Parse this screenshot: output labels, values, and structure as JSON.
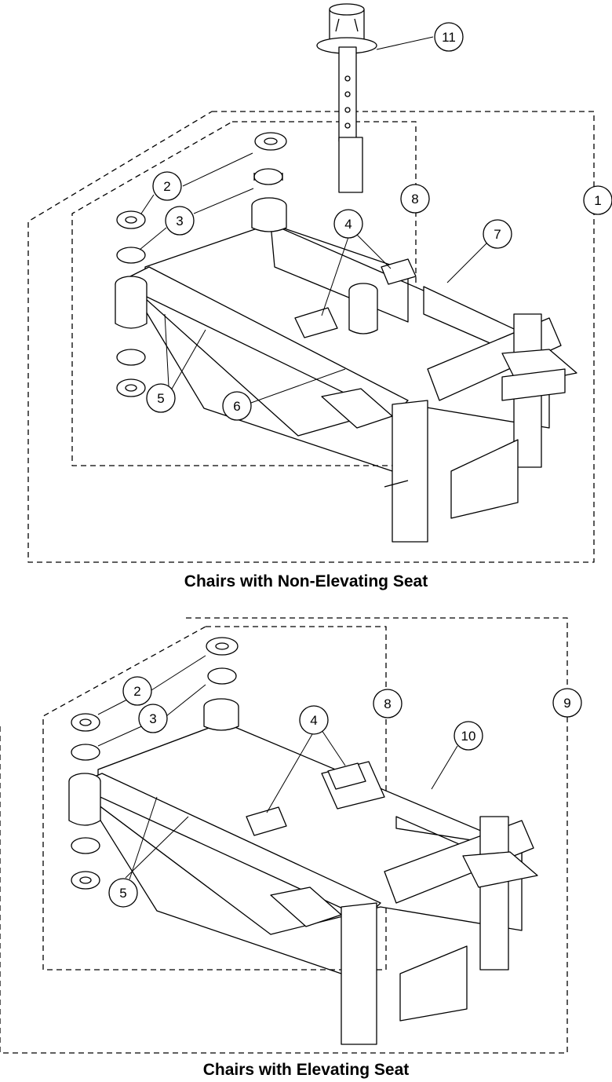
{
  "captions": {
    "top": "Chairs with Non-Elevating Seat",
    "bottom": "Chairs with Elevating Seat"
  },
  "callouts_top": {
    "c1": "1",
    "c2": "2",
    "c3": "3",
    "c4": "4",
    "c5": "5",
    "c6": "6",
    "c7": "7",
    "c8": "8",
    "c11": "11"
  },
  "callouts_bottom": {
    "c2": "2",
    "c3": "3",
    "c4": "4",
    "c5": "5",
    "c8": "8",
    "c9": "9",
    "c10": "10"
  }
}
